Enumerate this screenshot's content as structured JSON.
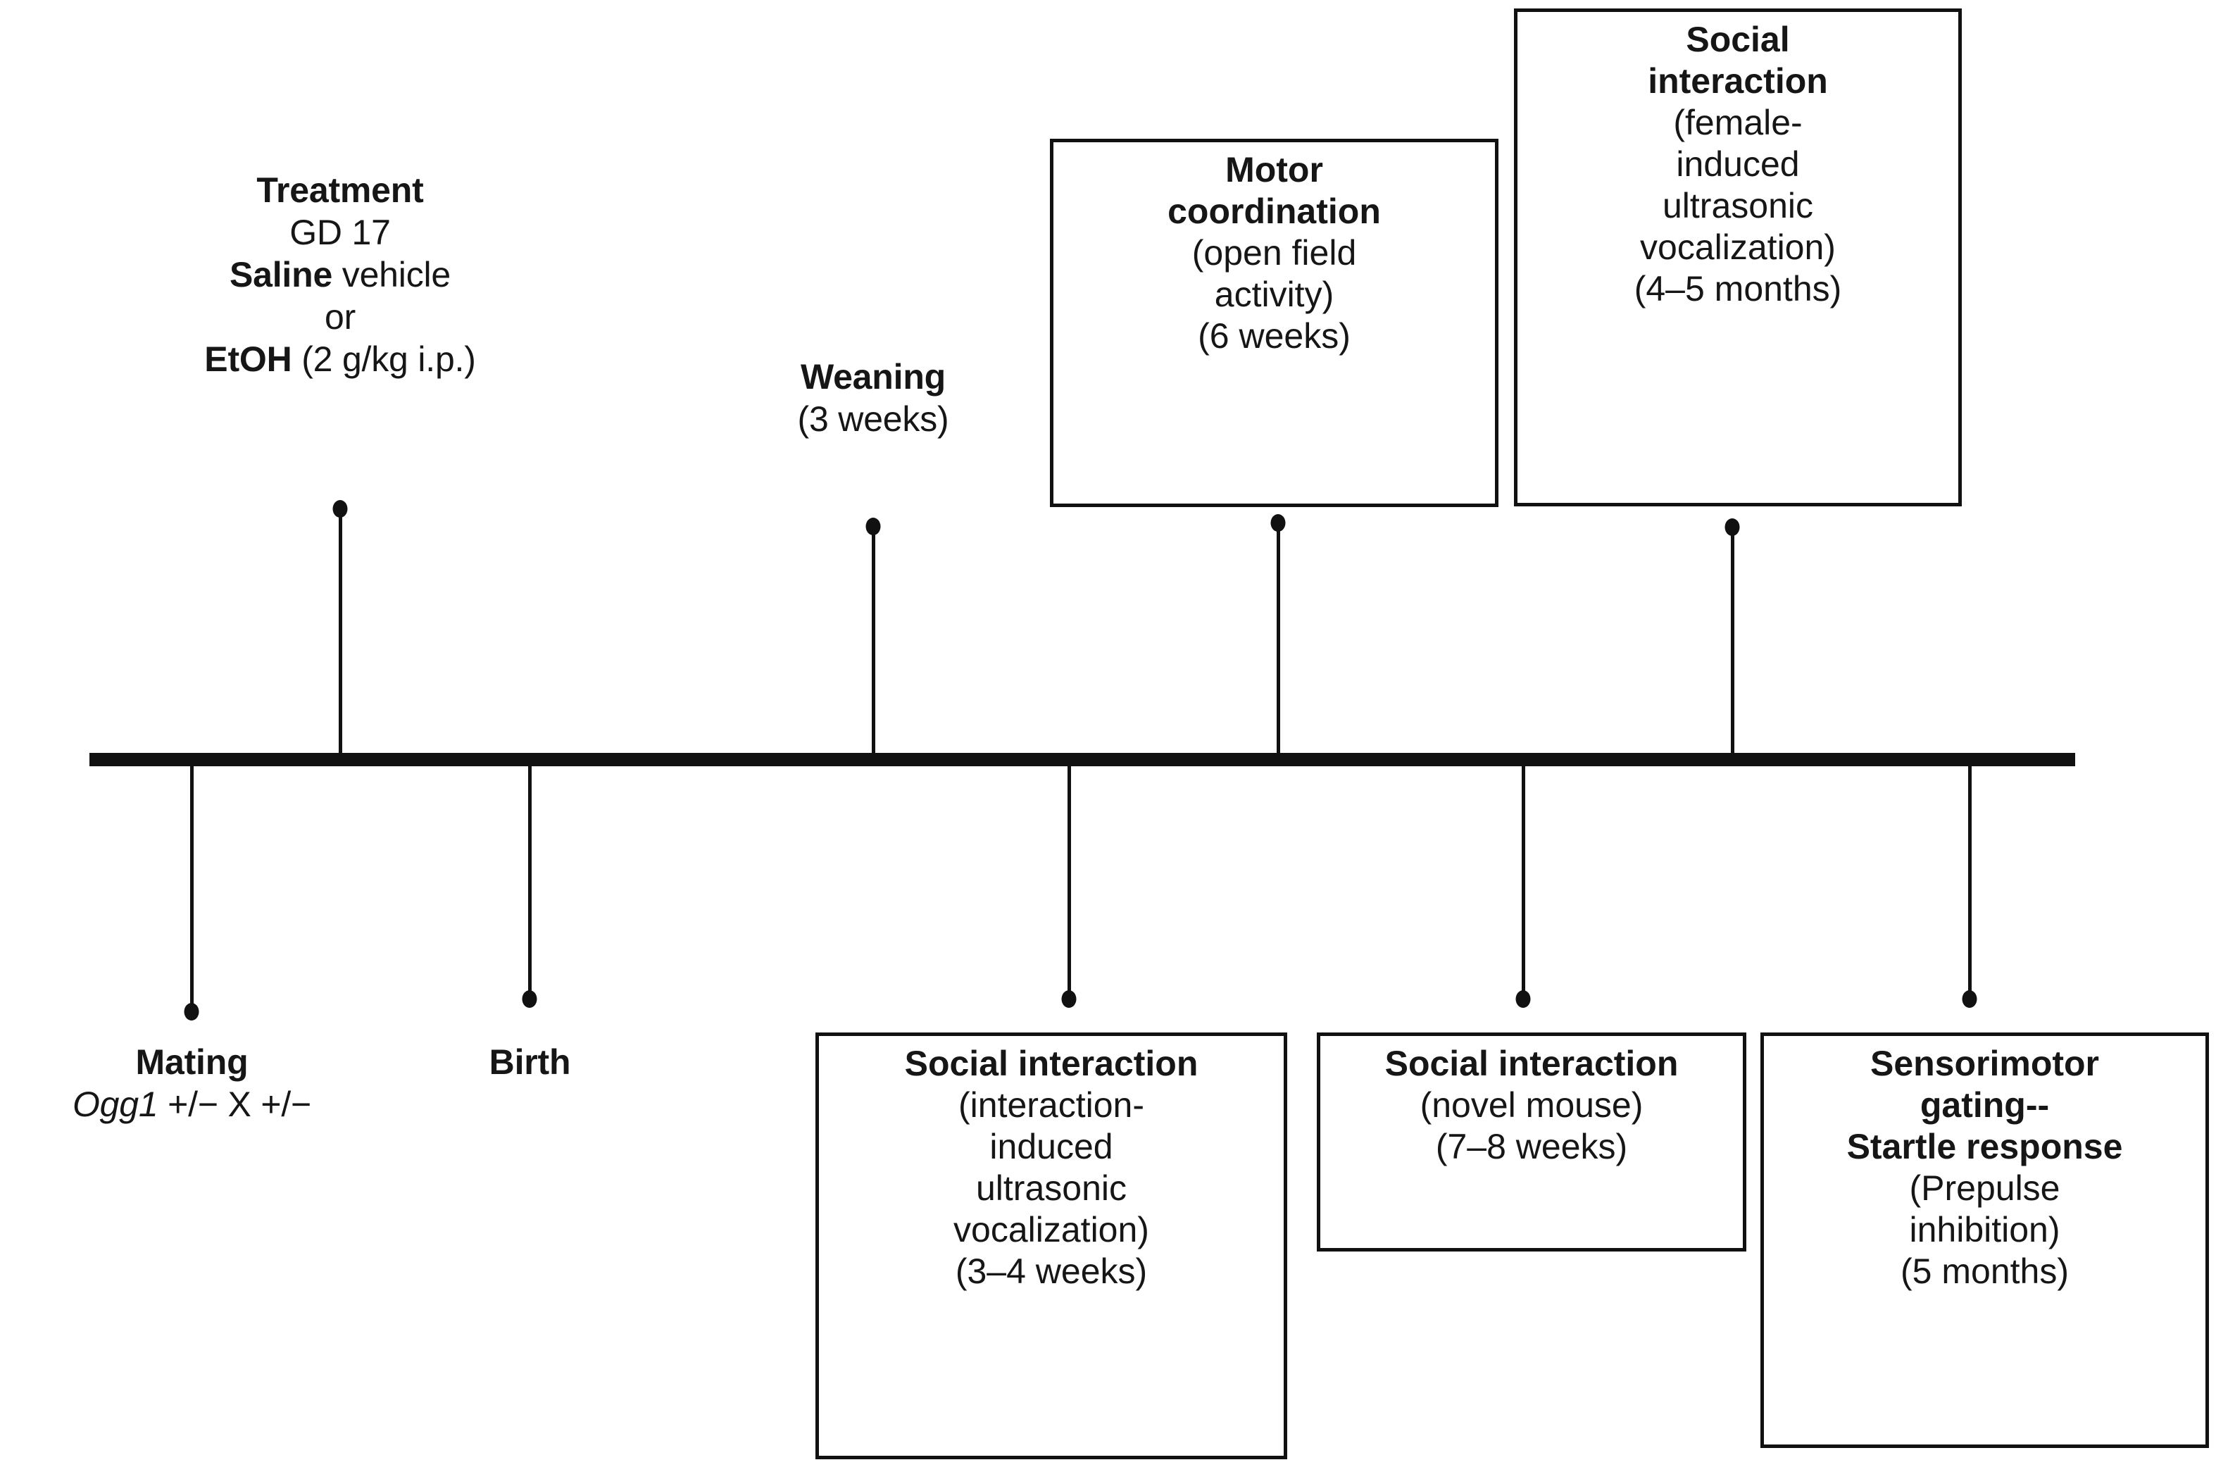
{
  "figure": {
    "title": "Experimental timeline of prenatal ethanol exposure study",
    "axis": {
      "color": "#111111",
      "orientation": "horizontal"
    },
    "marker_color": "#111111",
    "text_color": "#161616",
    "background": "#ffffff"
  },
  "events_above": [
    {
      "id": "treatment",
      "boxed": false,
      "lines": [
        {
          "text": "Treatment",
          "bold": true
        },
        {
          "text": "GD 17",
          "bold": false
        },
        {
          "text": "Saline vehicle",
          "bold": false,
          "bold_prefix": "Saline"
        },
        {
          "text": "or",
          "bold": false
        },
        {
          "text": "EtOH (2 g/kg i.p.)",
          "bold": false,
          "bold_prefix": "EtOH"
        }
      ],
      "line_parts": [
        [
          {
            "t": "Treatment",
            "b": true
          }
        ],
        [
          {
            "t": "GD 17",
            "b": false
          }
        ],
        [
          {
            "t": "Saline",
            "b": true
          },
          {
            "t": " vehicle",
            "b": false
          }
        ],
        [
          {
            "t": "or",
            "b": false
          }
        ],
        [
          {
            "t": "EtOH",
            "b": true
          },
          {
            "t": " (2 g/kg i.p.)",
            "b": false
          }
        ]
      ]
    },
    {
      "id": "weaning",
      "boxed": false,
      "line_parts": [
        [
          {
            "t": "Weaning",
            "b": true
          }
        ],
        [
          {
            "t": "(3 weeks)",
            "b": false
          }
        ]
      ]
    },
    {
      "id": "motor-coordination",
      "boxed": true,
      "line_parts": [
        [
          {
            "t": "Motor",
            "b": true
          }
        ],
        [
          {
            "t": "coordination",
            "b": true
          }
        ],
        [
          {
            "t": "(open field",
            "b": false
          }
        ],
        [
          {
            "t": "activity)",
            "b": false
          }
        ],
        [
          {
            "t": "(6 weeks)",
            "b": false
          }
        ]
      ]
    },
    {
      "id": "social-interaction-female-induced",
      "boxed": true,
      "line_parts": [
        [
          {
            "t": "Social",
            "b": true
          }
        ],
        [
          {
            "t": "interaction",
            "b": true
          }
        ],
        [
          {
            "t": "(female-",
            "b": false
          }
        ],
        [
          {
            "t": "induced",
            "b": false
          }
        ],
        [
          {
            "t": "ultrasonic",
            "b": false
          }
        ],
        [
          {
            "t": "vocalization)",
            "b": false
          }
        ],
        [
          {
            "t": "(4–5 months)",
            "b": false
          }
        ]
      ]
    }
  ],
  "events_below": [
    {
      "id": "mating",
      "boxed": false,
      "line_parts": [
        [
          {
            "t": "Mating",
            "b": true
          }
        ],
        [
          {
            "t": "Ogg1",
            "b": false,
            "i": true
          },
          {
            "t": " +/− X +/−",
            "b": false
          }
        ]
      ]
    },
    {
      "id": "birth",
      "boxed": false,
      "line_parts": [
        [
          {
            "t": "Birth",
            "b": true
          }
        ]
      ]
    },
    {
      "id": "social-interaction-interaction-induced",
      "boxed": true,
      "line_parts": [
        [
          {
            "t": "Social interaction",
            "b": true
          }
        ],
        [
          {
            "t": "(interaction-",
            "b": false
          }
        ],
        [
          {
            "t": "induced",
            "b": false
          }
        ],
        [
          {
            "t": "ultrasonic",
            "b": false
          }
        ],
        [
          {
            "t": "vocalization)",
            "b": false
          }
        ],
        [
          {
            "t": "(3–4 weeks)",
            "b": false
          }
        ]
      ]
    },
    {
      "id": "social-interaction-novel-mouse",
      "boxed": true,
      "line_parts": [
        [
          {
            "t": "Social interaction",
            "b": true
          }
        ],
        [
          {
            "t": "(novel mouse)",
            "b": false
          }
        ],
        [
          {
            "t": "(7–8 weeks)",
            "b": false
          }
        ]
      ]
    },
    {
      "id": "sensorimotor-gating",
      "boxed": true,
      "line_parts": [
        [
          {
            "t": "Sensorimotor",
            "b": true
          }
        ],
        [
          {
            "t": "gating--",
            "b": true
          }
        ],
        [
          {
            "t": "Startle response",
            "b": true
          }
        ],
        [
          {
            "t": "(Prepulse",
            "b": false
          }
        ],
        [
          {
            "t": "inhibition)",
            "b": false
          }
        ],
        [
          {
            "t": "(5 months)",
            "b": false
          }
        ]
      ]
    }
  ]
}
